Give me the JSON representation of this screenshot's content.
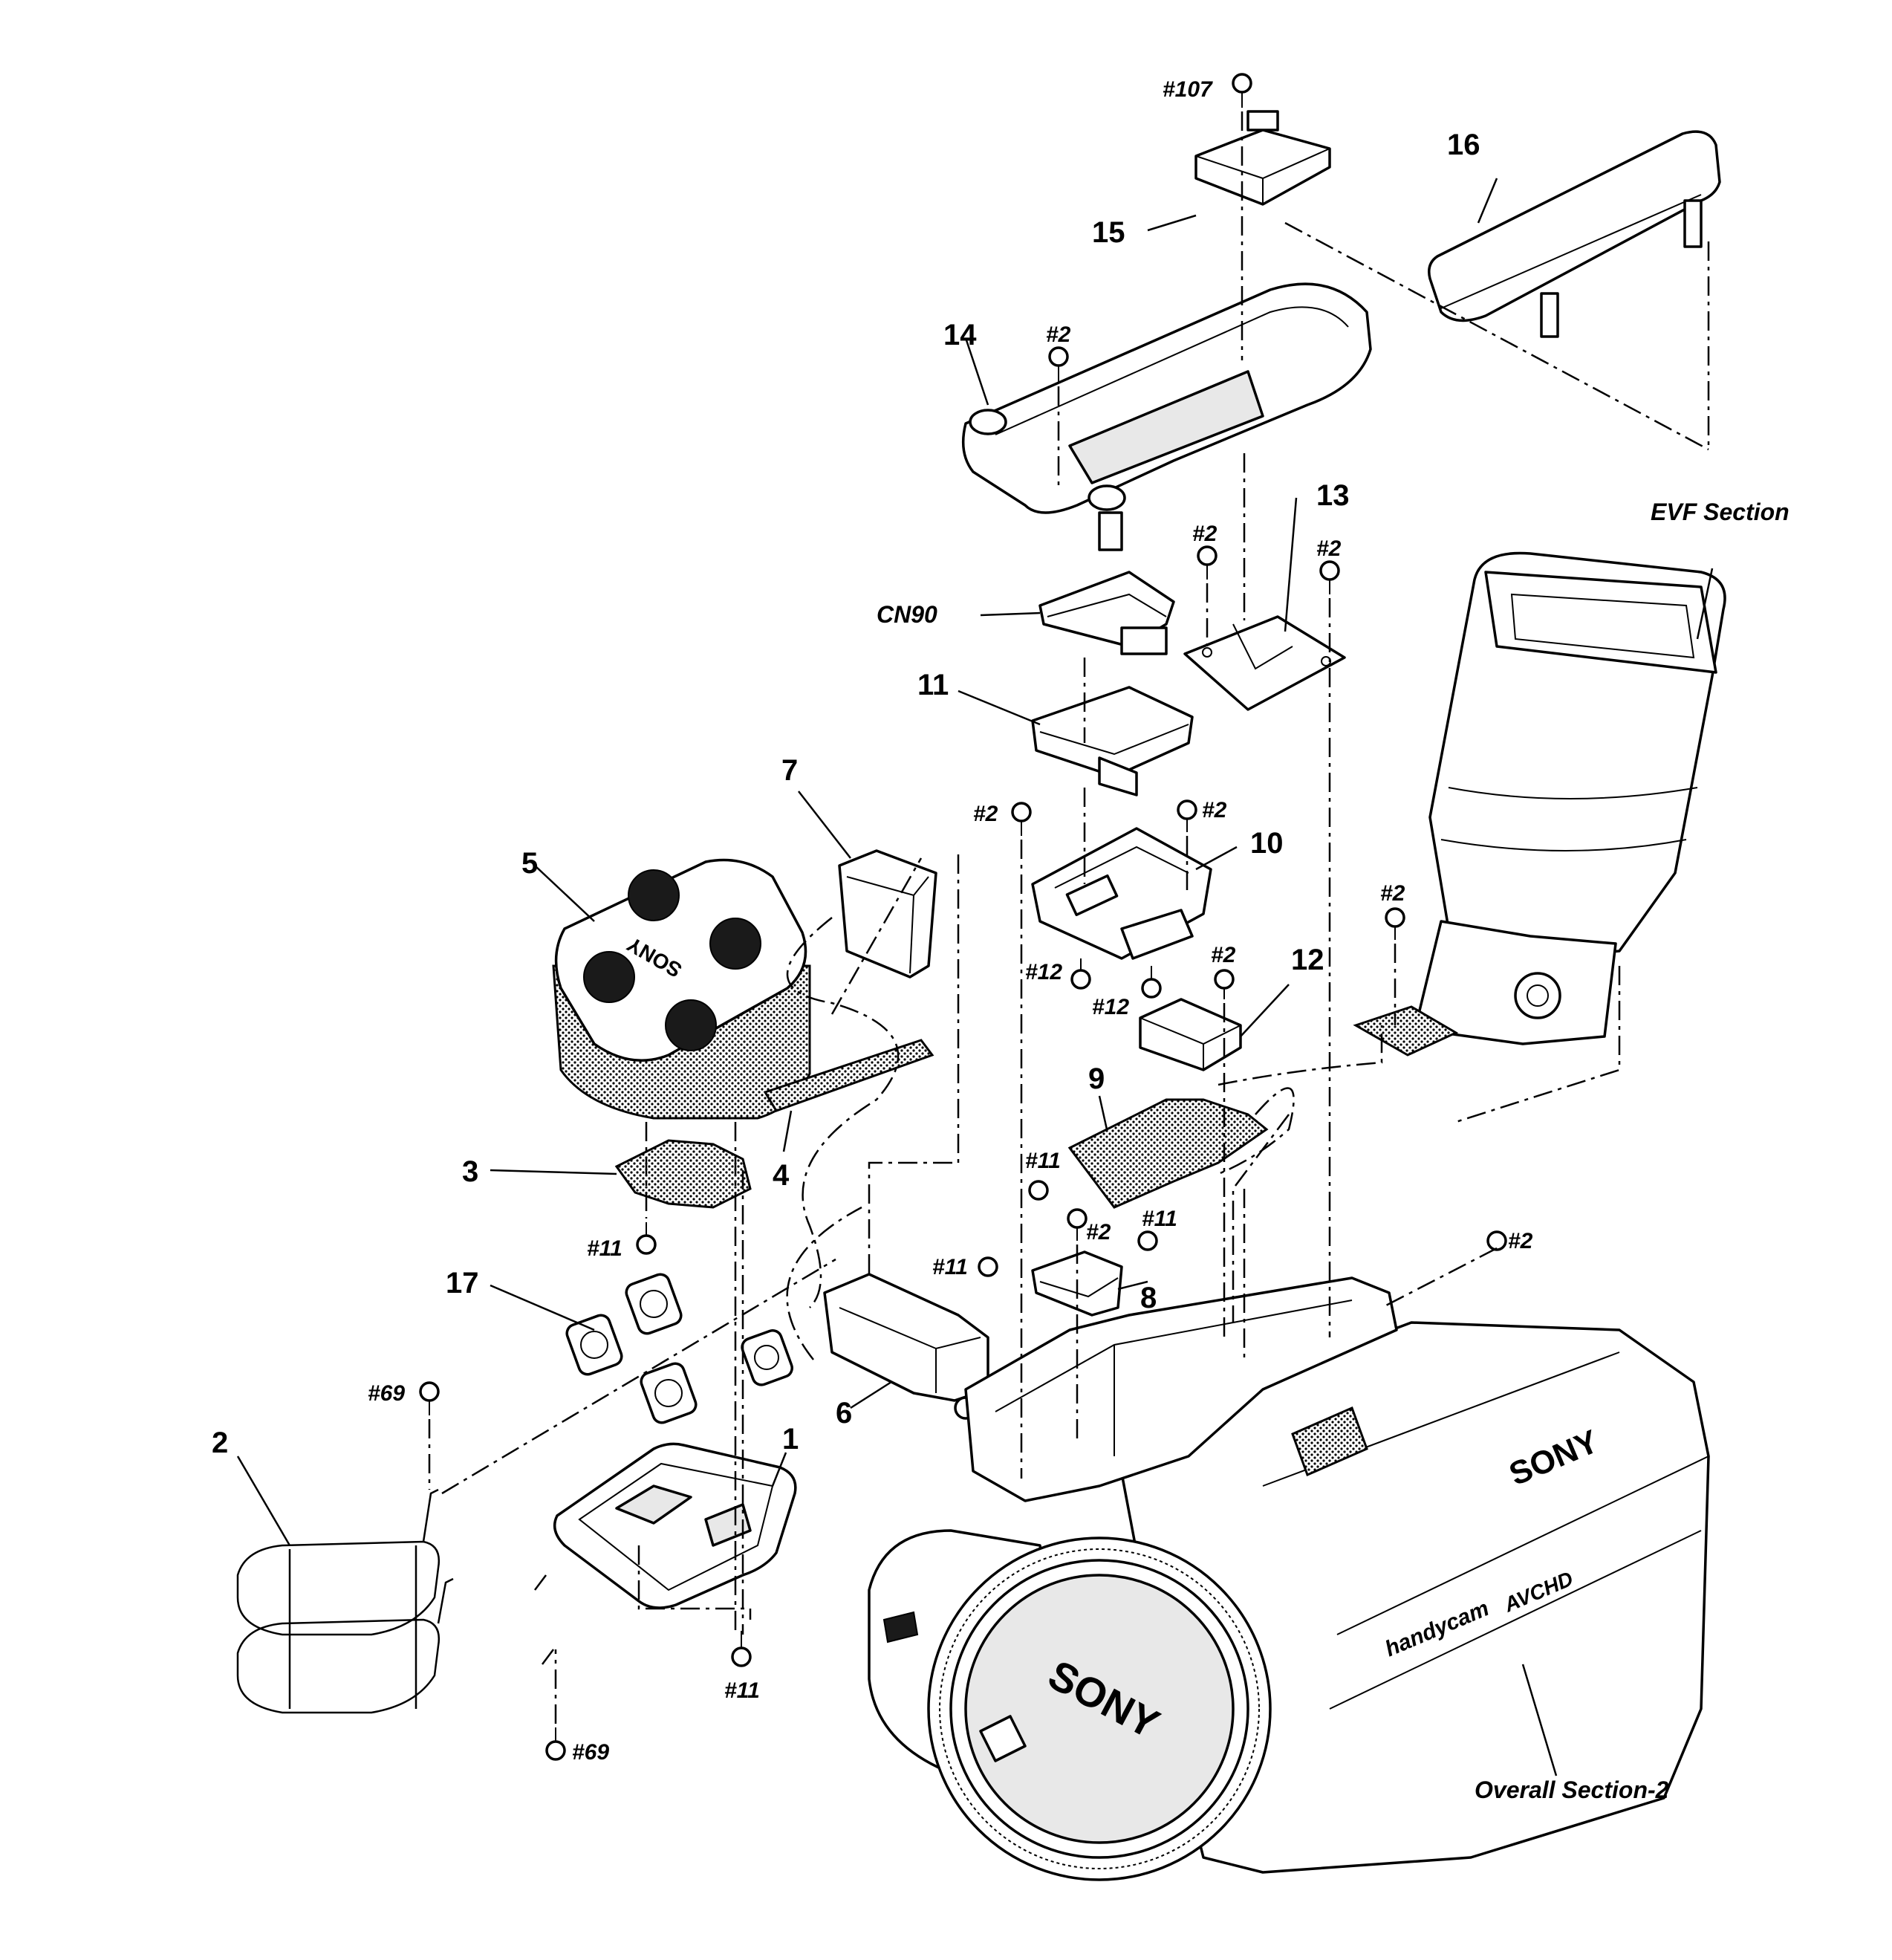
{
  "part_numbers": {
    "p1": "1",
    "p2": "2",
    "p3": "3",
    "p4": "4",
    "p5": "5",
    "p6": "6",
    "p7": "7",
    "p8": "8",
    "p9": "9",
    "p10": "10",
    "p11": "11",
    "p12": "12",
    "p13": "13",
    "p14": "14",
    "p15": "15",
    "p16": "16",
    "p17": "17"
  },
  "screw_labels": {
    "s107": "#107",
    "s2": "#2",
    "s11": "#11",
    "s12": "#12",
    "s69": "#69"
  },
  "section_labels": {
    "evf": "EVF Section",
    "overall": "Overall Section-2",
    "cn90": "CN90"
  },
  "brand_marks": {
    "mic_cap": "SONY",
    "body_side": "SONY",
    "lens_cap": "SONY",
    "model_line": "handycam",
    "format": "AVCHD"
  }
}
